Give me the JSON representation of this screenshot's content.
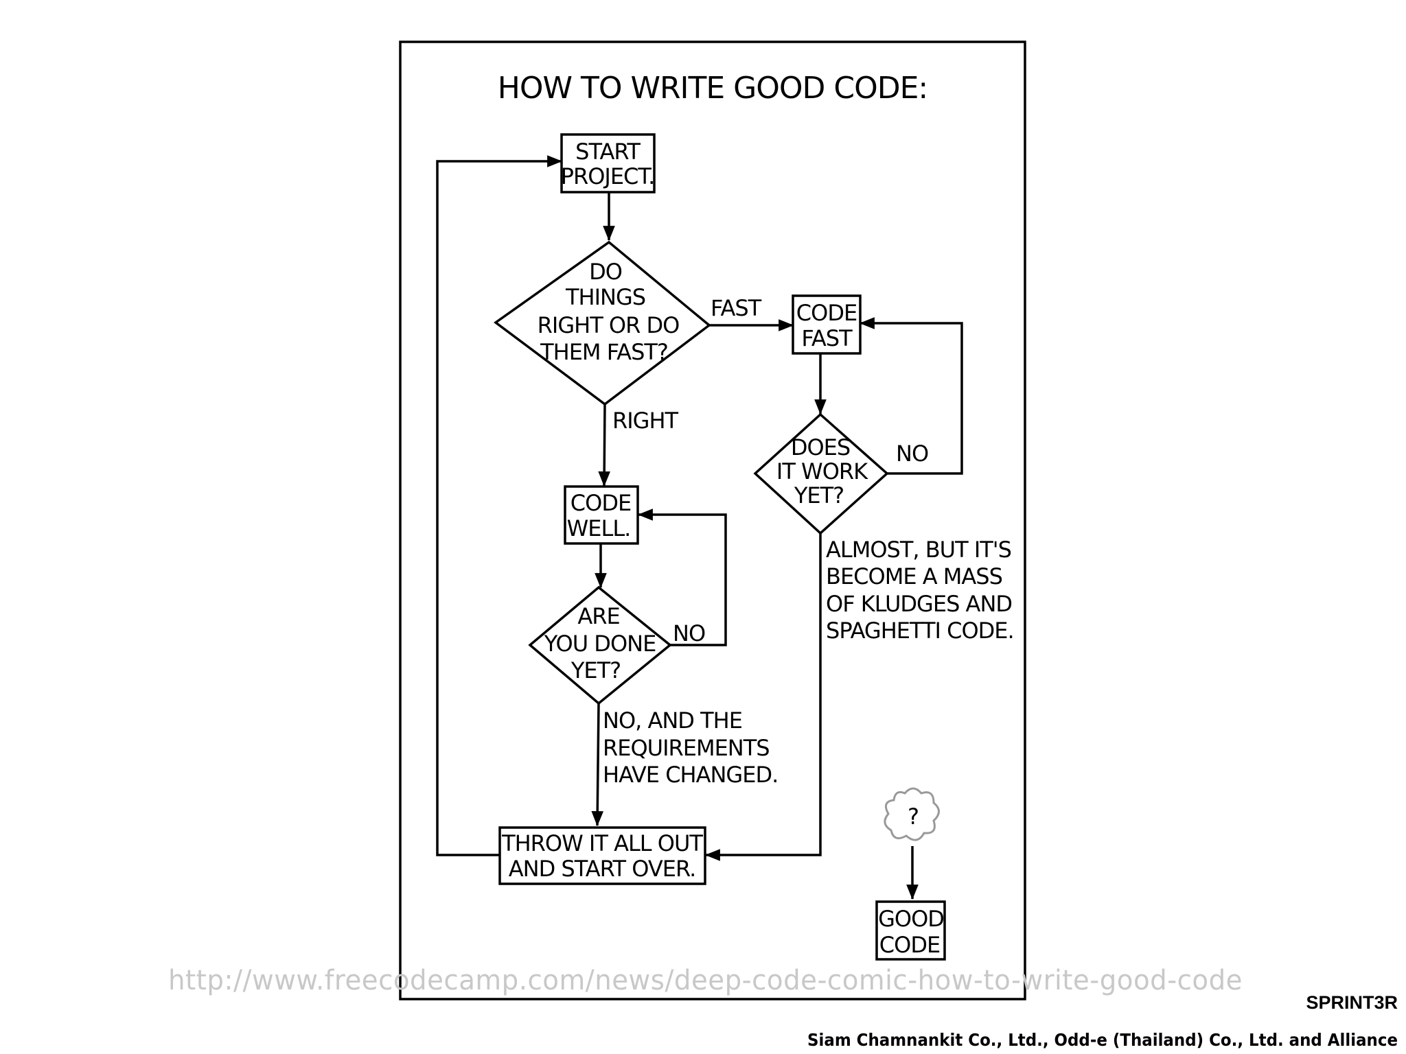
{
  "comic": {
    "title": "HOW TO WRITE GOOD CODE:",
    "nodes": {
      "start_project": [
        "START",
        "PROJECT."
      ],
      "decision_right_or_fast": [
        "DO",
        "THINGS",
        "RIGHT OR DO",
        "THEM FAST?"
      ],
      "code_fast": [
        "CODE",
        "FAST"
      ],
      "decision_does_it_work": [
        "DOES",
        "IT WORK",
        "YET?"
      ],
      "code_well": [
        "CODE",
        "WELL."
      ],
      "decision_are_you_done": [
        "ARE",
        "YOU DONE",
        "YET?"
      ],
      "throw_it_out": [
        "THROW IT ALL OUT",
        "AND START OVER."
      ],
      "mystery": "?",
      "good_code": [
        "GOOD",
        "CODE"
      ]
    },
    "edge_labels": {
      "fast": "FAST",
      "right": "RIGHT",
      "no_work": "NO",
      "no_done": "NO",
      "almost": [
        "ALMOST, BUT IT'S",
        "BECOME A MASS",
        "OF KLUDGES AND",
        "SPAGHETTI CODE."
      ],
      "requirements_changed": [
        "NO, AND THE",
        "REQUIREMENTS",
        "HAVE CHANGED."
      ]
    }
  },
  "source_url": "http://www.freecodecamp.com/news/deep-code-comic-how-to-write-good-code",
  "brand": "SPRINT3R",
  "footer": "Siam Chamnankit Co., Ltd., Odd-e (Thailand) Co., Ltd. and Alliance",
  "colors": {
    "ink": "#000000",
    "url_text": "#c8c8c8",
    "cloud_outline": "#999999"
  }
}
